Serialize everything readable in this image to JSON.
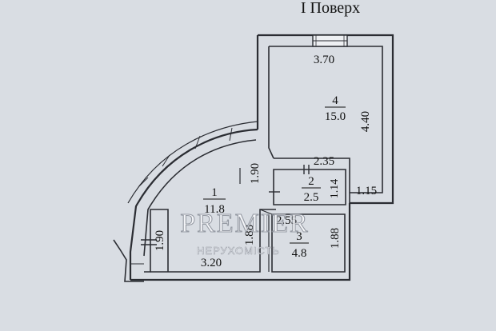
{
  "floor_title": "I Поверх",
  "rooms": [
    {
      "number": "1",
      "area": "11.8"
    },
    {
      "number": "2",
      "area": "2.5"
    },
    {
      "number": "3",
      "area": "4.8"
    },
    {
      "number": "4",
      "area": "15.0"
    }
  ],
  "dimensions": {
    "room4_width": "3.70",
    "room4_length": "4.40",
    "corridor_width": "2.35",
    "wc_depth": "1.14",
    "right_offset": "1.15",
    "room1_height": "1.90",
    "left_height": "1.90",
    "room1_width": "3.20",
    "room1_depth": "1.88",
    "bath_width": "2.55",
    "bath_depth": "1.88"
  },
  "watermark": {
    "brand": "PREMIER",
    "tagline": "НЕРУХОМІСТЬ"
  }
}
